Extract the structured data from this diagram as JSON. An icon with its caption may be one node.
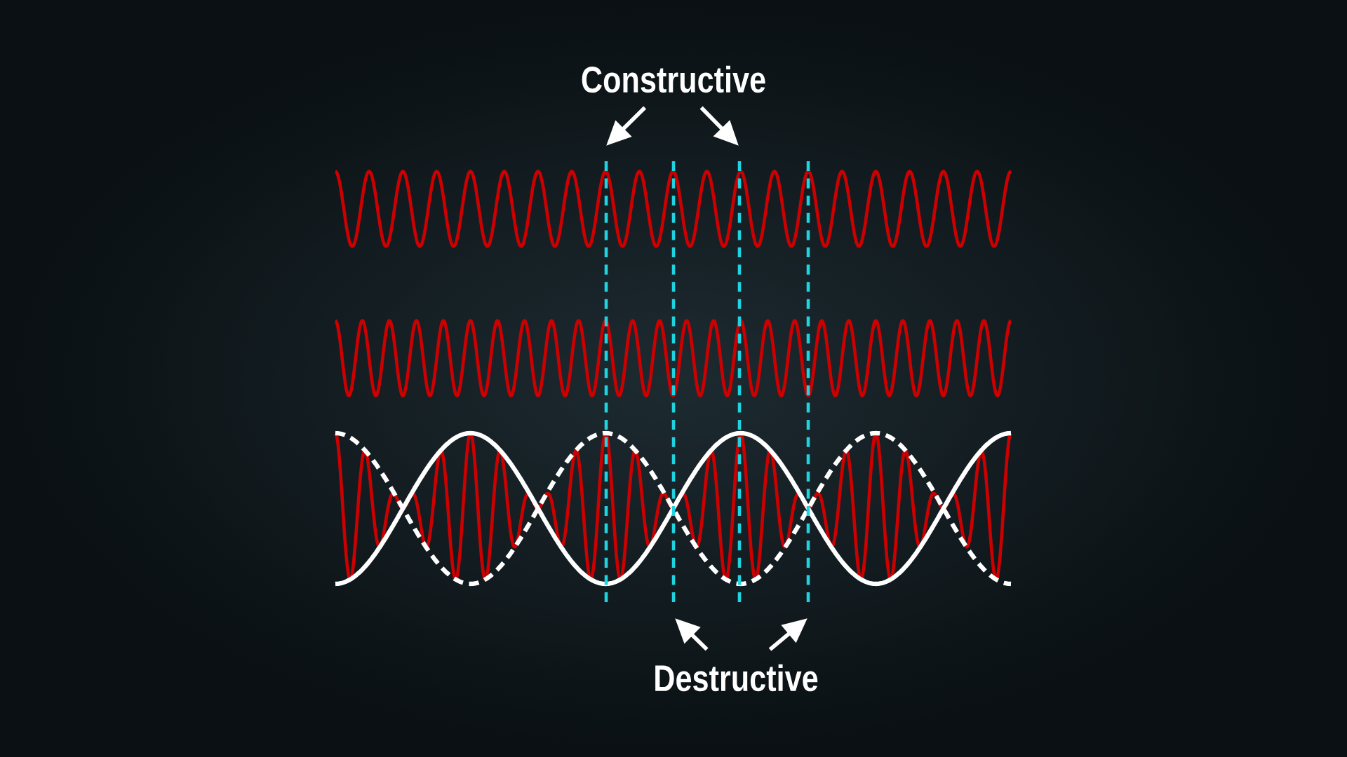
{
  "diagram": {
    "nodes": [
      {
        "text": [
          "Constructive"
        ]
      },
      {
        "text": [
          "Destructive"
        ]
      }
    ],
    "edges": [
      {
        "from": 0,
        "to": null,
        "arrow": "to"
      },
      {
        "from": 0,
        "to": null,
        "arrow": "to"
      },
      {
        "from": 1,
        "to": null,
        "arrow": "to"
      },
      {
        "from": 1,
        "to": null,
        "arrow": "to"
      }
    ]
  }
}
